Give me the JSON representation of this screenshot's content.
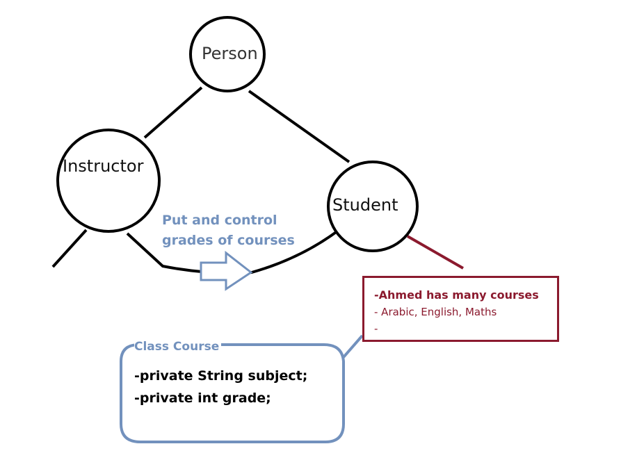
{
  "nodes": {
    "person": "Person",
    "instructor": "Instructor",
    "student": "Student"
  },
  "arrow_note": {
    "line1": "Put and control",
    "line2": "grades of courses"
  },
  "student_note": {
    "line1": "-Ahmed has many courses",
    "line2": "- Arabic, English, Maths",
    "line3": "-"
  },
  "class_course": {
    "title": "Class Course",
    "field1": "-private String subject;",
    "field2": "-private int grade;"
  },
  "colors": {
    "accent_blue": "#7291bd",
    "accent_red": "#8b1a2e",
    "line": "#000000"
  }
}
